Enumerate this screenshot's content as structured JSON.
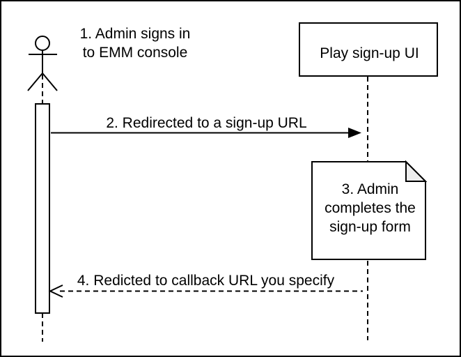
{
  "colors": {
    "stroke": "#000000",
    "background": "#ffffff",
    "note_fill": "#ffffff",
    "note_fold": "#eeeeee"
  },
  "labels": {
    "step1": {
      "line1": "1. Admin signs in",
      "line2": "to EMM console"
    },
    "participant": "Play sign-up UI",
    "message2": "2. Redirected to a sign-up URL",
    "note3": {
      "line1": "3. Admin",
      "line2": "completes the",
      "line3": "sign-up form"
    },
    "message4": "4. Redicted to callback URL you specify"
  }
}
